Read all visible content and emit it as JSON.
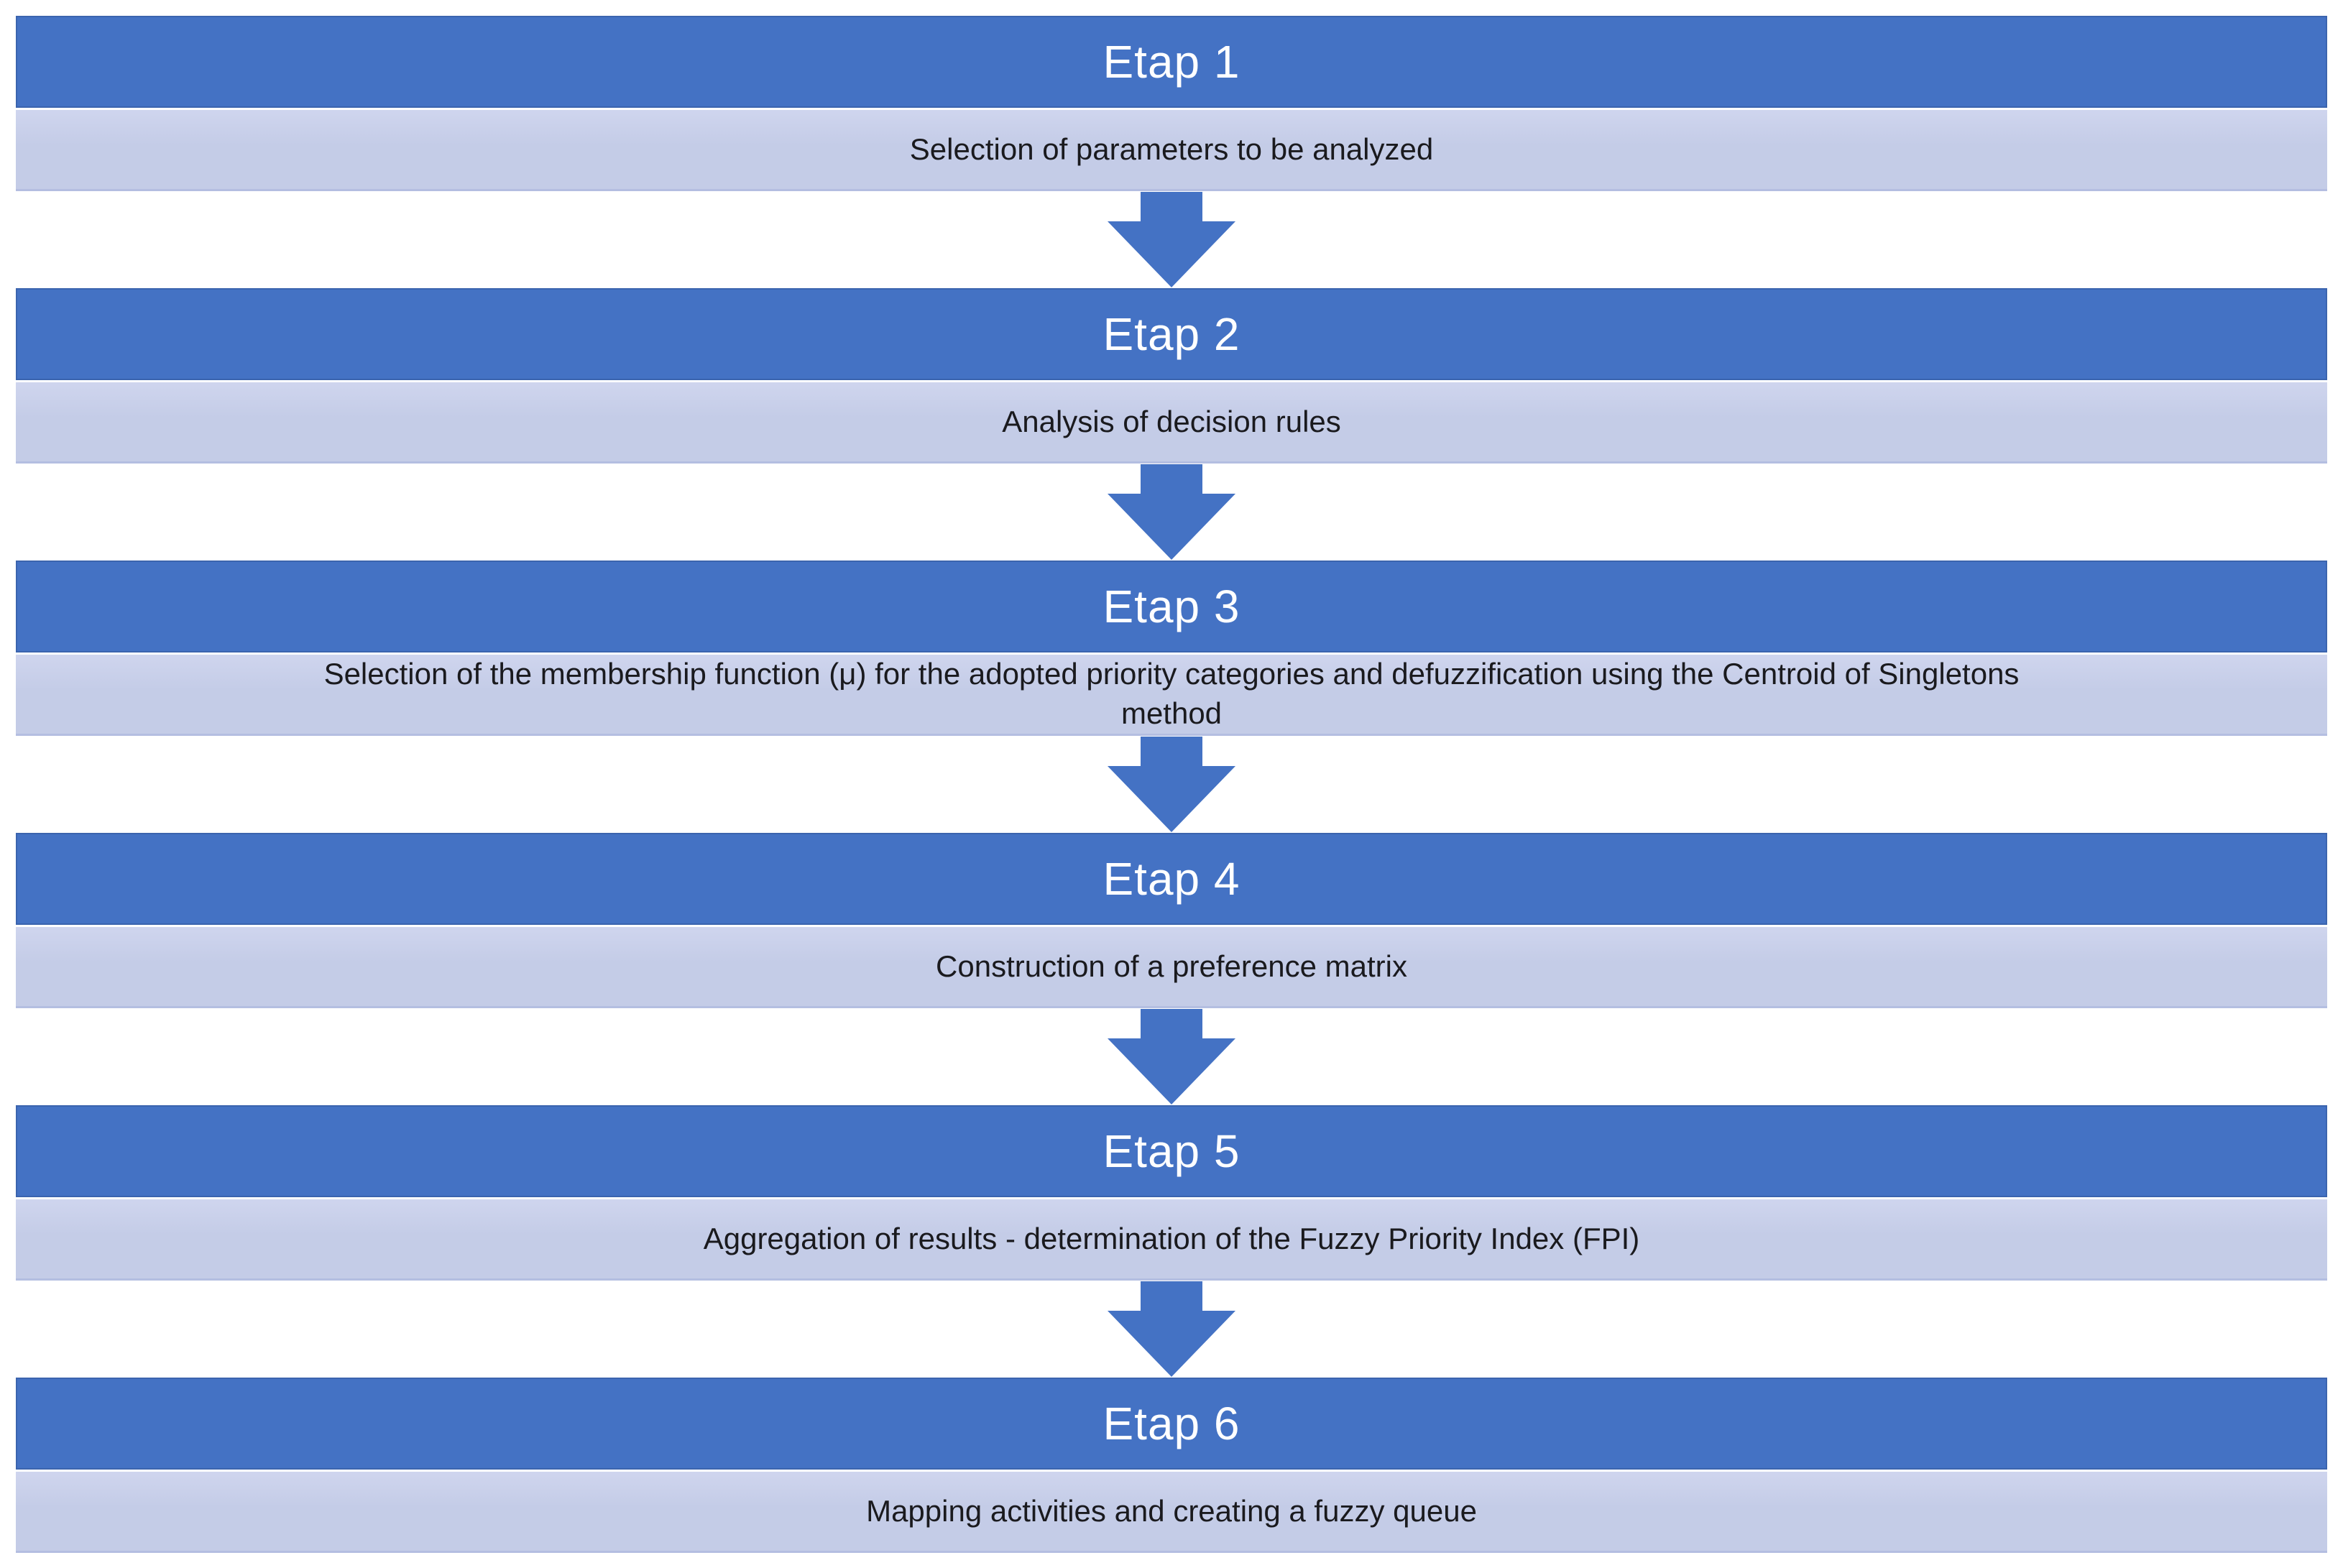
{
  "diagram": {
    "colors": {
      "header_bg": "#4472C4",
      "header_text": "#FFFFFF",
      "desc_bg": "#C4CCE7",
      "desc_text": "#1A1A1E",
      "arrow": "#4472C4"
    },
    "stages": [
      {
        "label": "Etap 1",
        "description": "Selection of parameters to be analyzed"
      },
      {
        "label": "Etap 2",
        "description": "Analysis of decision rules"
      },
      {
        "label": "Etap 3",
        "description": "Selection of the membership function (μ) for the adopted priority categories and defuzzification using the Centroid of Singletons\nmethod"
      },
      {
        "label": "Etap 4",
        "description": "Construction of a preference matrix"
      },
      {
        "label": "Etap 5",
        "description": "Aggregation of results - determination of the Fuzzy Priority Index (FPI)"
      },
      {
        "label": "Etap 6",
        "description": "Mapping activities and creating a fuzzy queue"
      }
    ]
  }
}
